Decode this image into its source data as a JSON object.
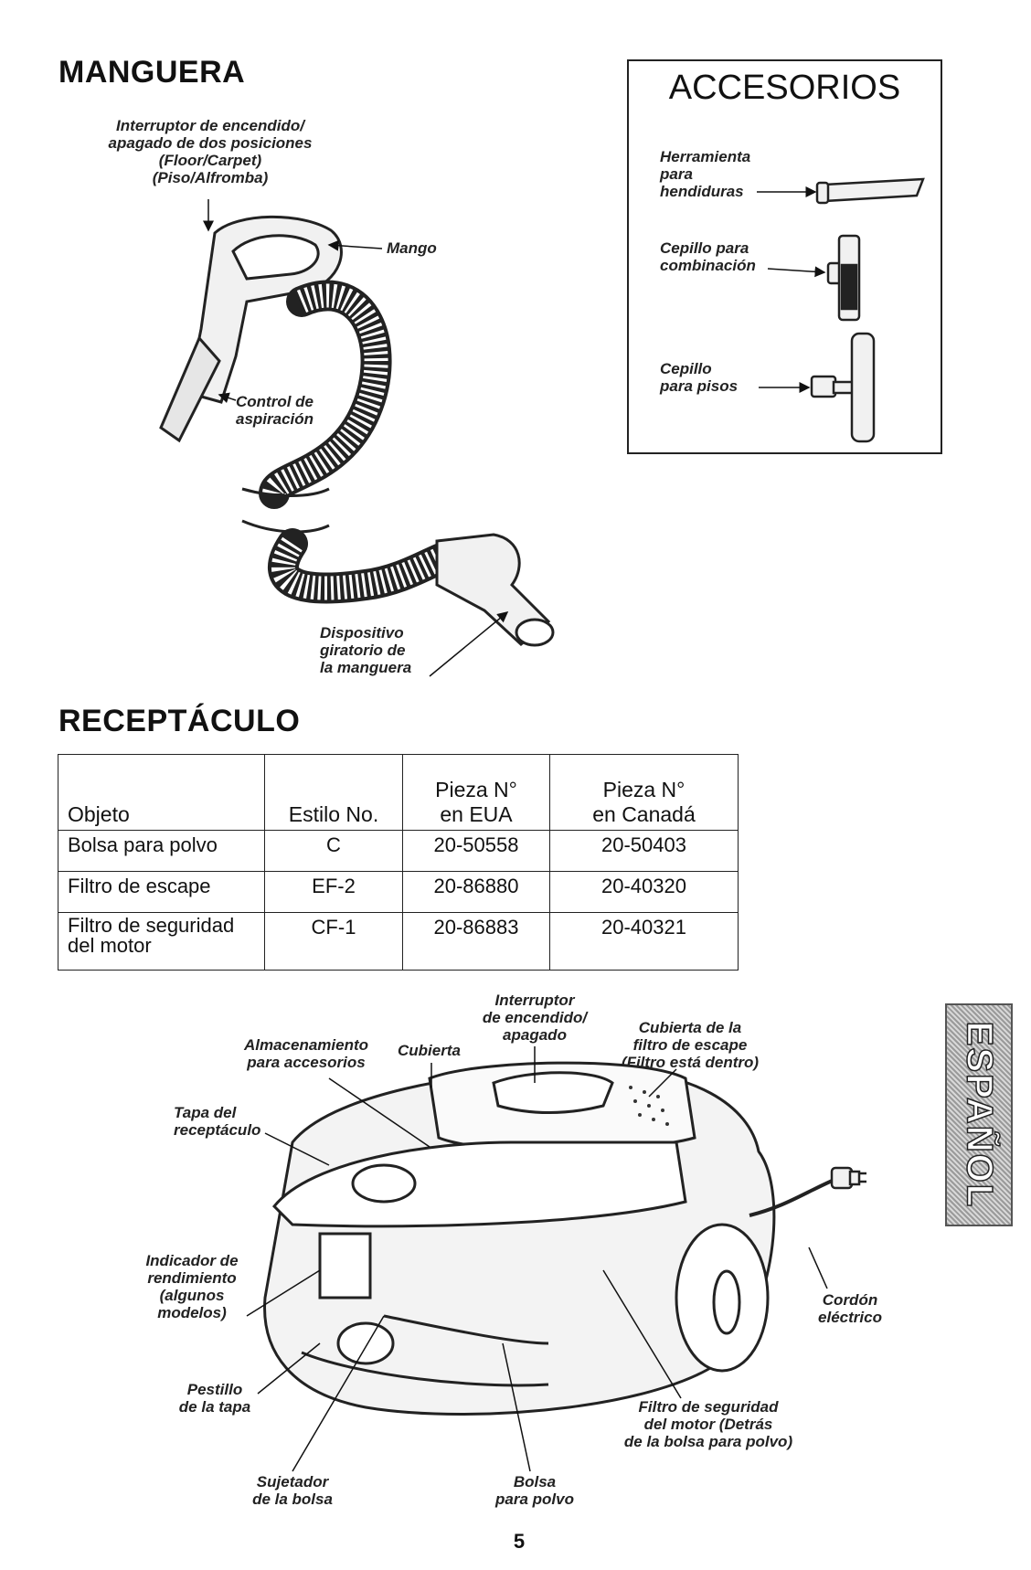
{
  "manguera": {
    "title": "MANGUERA",
    "labels": {
      "switch": [
        "Interruptor de encendido/",
        "apagado de dos posiciones",
        "(Floor/Carpet)",
        "(Piso/Alfromba)"
      ],
      "handle": "Mango",
      "suction": [
        "Control de",
        "aspiración"
      ],
      "swivel": [
        "Dispositivo",
        "giratorio de",
        "la manguera"
      ]
    }
  },
  "accesorios": {
    "title": "ACCESORIOS",
    "items": [
      {
        "label": [
          "Herramienta",
          "para",
          "hendiduras"
        ],
        "icon": "crevice-tool-icon"
      },
      {
        "label": [
          "Cepillo para",
          "combinación"
        ],
        "icon": "combination-brush-icon"
      },
      {
        "label": [
          "Cepillo",
          "para pisos"
        ],
        "icon": "floor-brush-icon"
      }
    ]
  },
  "receptaculo": {
    "title": "RECEPTÁCULO",
    "table": {
      "headers": [
        "Objeto",
        "Estilo No.",
        "Pieza Nº en EUA",
        "Pieza Nº en Canadá"
      ],
      "header_lines": [
        [
          "Objeto"
        ],
        [
          "Estilo No."
        ],
        [
          "Pieza N°",
          "en EUA"
        ],
        [
          "Pieza N°",
          "en Canadá"
        ]
      ],
      "rows": [
        [
          "Bolsa para polvo",
          "C",
          "20-50558",
          "20-50403"
        ],
        [
          "Filtro de escape",
          "EF-2",
          "20-86880",
          "20-40320"
        ],
        [
          "Filtro de seguridad del motor",
          "CF-1",
          "20-86883",
          "20-40321"
        ]
      ]
    },
    "labels": {
      "storage": [
        "Almacenamiento",
        "para accesorios"
      ],
      "cover": "Cubierta",
      "onoff": [
        "Interruptor",
        "de encendido/",
        "apagado"
      ],
      "exhaust_cover": [
        "Cubierta de la",
        "filtro de escape",
        "(Filtro está dentro)"
      ],
      "lid": [
        "Tapa del",
        "receptáculo"
      ],
      "indicator": [
        "Indicador de",
        "rendimiento",
        "(algunos",
        "modelos)"
      ],
      "cord": [
        "Cordón",
        "eléctrico"
      ],
      "latch": [
        "Pestillo",
        "de la tapa"
      ],
      "motor_filter": [
        "Filtro de seguridad",
        "del motor (Detrás",
        "de la bolsa para polvo)"
      ],
      "holder": [
        "Sujetador",
        "de la bolsa"
      ],
      "bag": [
        "Bolsa",
        "para polvo"
      ]
    }
  },
  "side_tab": "ESPAÑOL",
  "page_number": "5"
}
